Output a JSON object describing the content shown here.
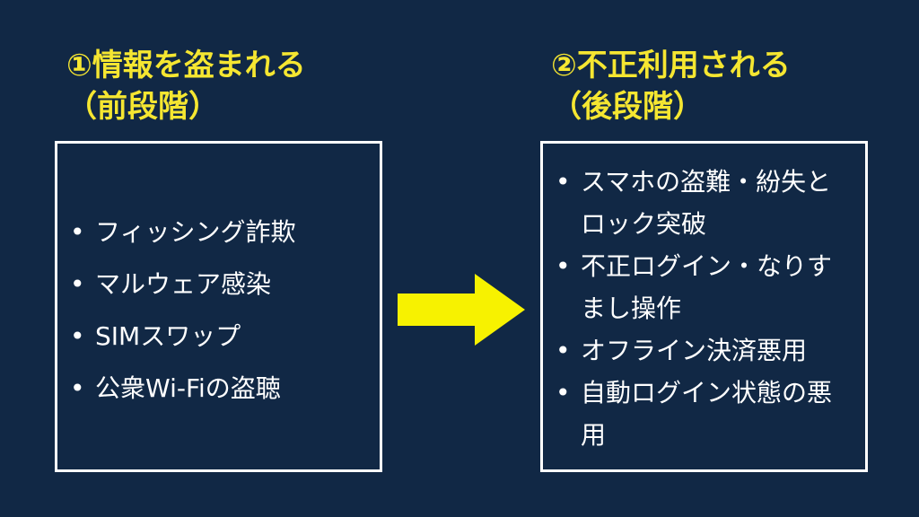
{
  "colors": {
    "background": "#112845",
    "title": "#f5e631",
    "text": "#ffffff",
    "arrow": "#f7f200"
  },
  "left": {
    "title_line1": "①情報を盗まれる",
    "title_line2": "（前段階）",
    "items": [
      "フィッシング詐欺",
      "マルウェア感染",
      "SIMスワップ",
      "公衆Wi-Fiの盗聴"
    ]
  },
  "right": {
    "title_line1": "②不正利用される",
    "title_line2": "（後段階）",
    "items": [
      "スマホの盗難・紛失とロック突破",
      "不正ログイン・なりすまし操作",
      "オフライン決済悪用",
      "自動ログイン状態の悪用"
    ]
  },
  "arrow_icon": "right-arrow-icon"
}
